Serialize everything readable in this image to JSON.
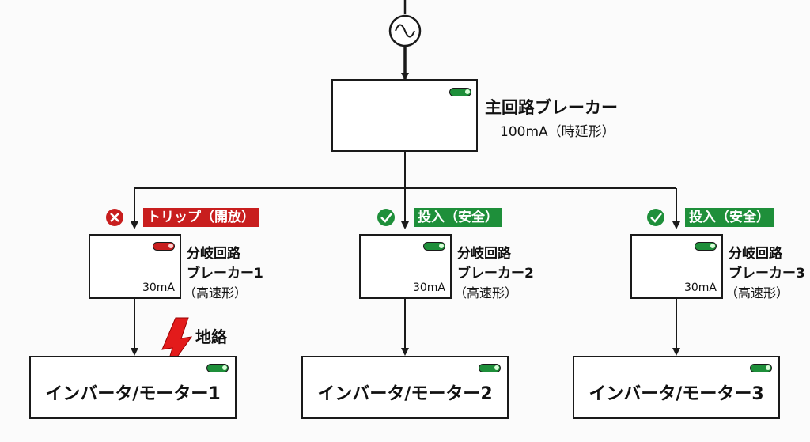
{
  "main_breaker": {
    "name": "主回路ブレーカー",
    "spec": "100mA（時延形）"
  },
  "branches": [
    {
      "status": "トリップ（開放）",
      "name1": "分岐回路",
      "name2": "ブレーカー1",
      "rating": "30mA",
      "type": "（高速形）"
    },
    {
      "status": "投入（安全）",
      "name1": "分岐回路",
      "name2": "ブレーカー2",
      "rating": "30mA",
      "type": "（高速形）"
    },
    {
      "status": "投入（安全）",
      "name1": "分岐回路",
      "name2": "ブレーカー3",
      "rating": "30mA",
      "type": "（高速形）"
    }
  ],
  "loads": [
    {
      "label": "インバータ/モーター1"
    },
    {
      "label": "インバータ/モーター2"
    },
    {
      "label": "インバータ/モーター3"
    }
  ],
  "fault": {
    "label": "地絡"
  },
  "colors": {
    "ok": "#1e8f3a",
    "trip": "#c81e1e",
    "line": "#1a1a1a"
  }
}
